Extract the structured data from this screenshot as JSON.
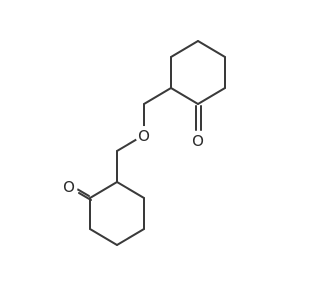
{
  "molecule": {
    "atoms": {
      "ether_oxygen": "O",
      "ketone_oxygen_upper": "O",
      "ketone_oxygen_lower": "O"
    }
  },
  "colors": {
    "bond": "#3a3a3a",
    "label": "#2b2b2b",
    "background": "#ffffff"
  }
}
